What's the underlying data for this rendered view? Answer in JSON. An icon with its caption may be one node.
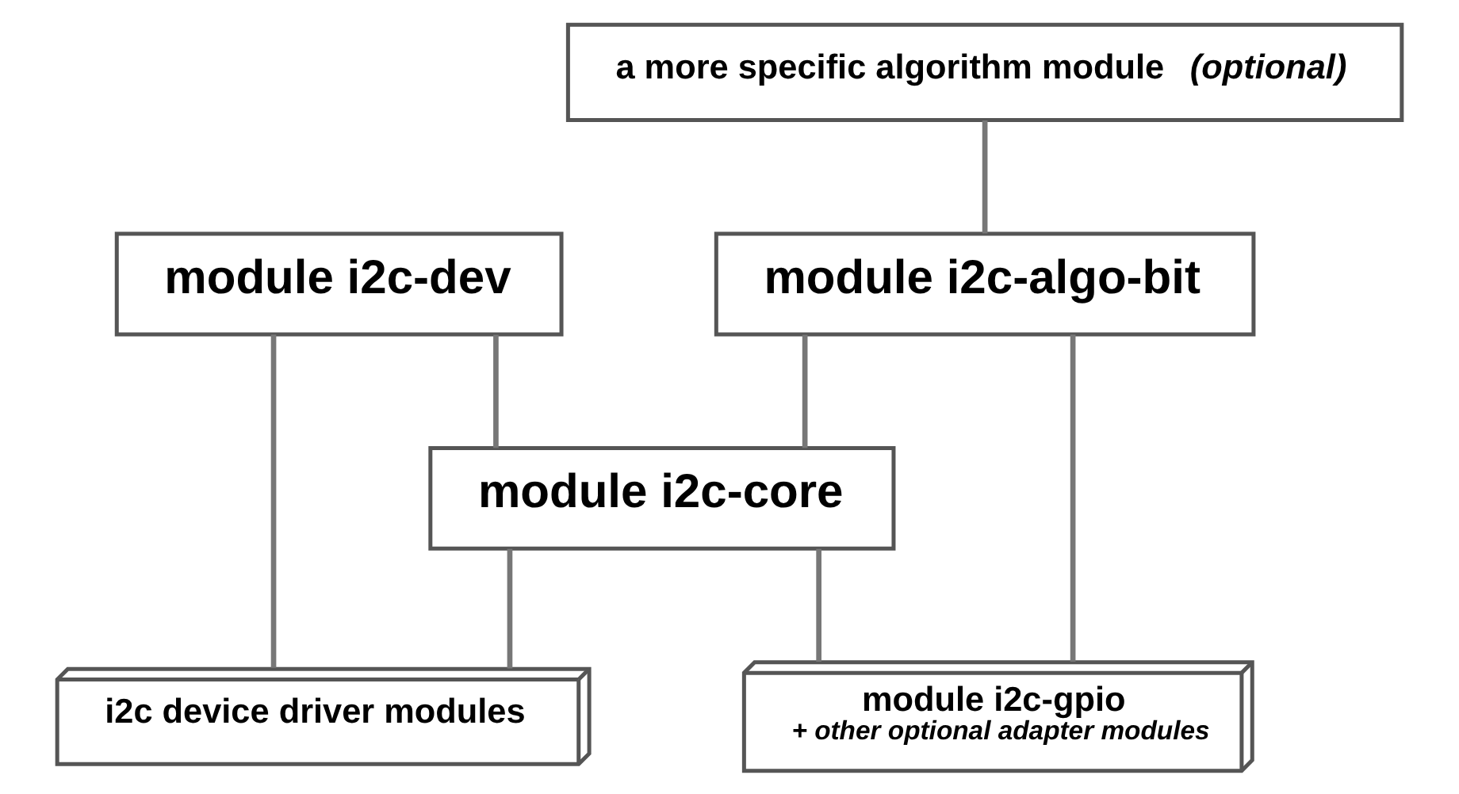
{
  "diagram": {
    "nodes": [
      {
        "text": [
          "a more specific algorithm module *(optional)*"
        ]
      },
      {
        "text": [
          "module i2c-dev"
        ]
      },
      {
        "text": [
          "module i2c-algo-bit"
        ]
      },
      {
        "text": [
          "module i2c-core"
        ]
      },
      {
        "text": [
          "i2c device driver modules"
        ]
      },
      {
        "text": [
          "module i2c-gpio",
          "*+ other optional adapter modules*"
        ]
      }
    ],
    "edges": [
      {
        "from": 0,
        "to": 2,
        "arrow": "none"
      },
      {
        "from": 1,
        "to": 4,
        "arrow": "none"
      },
      {
        "from": 1,
        "to": 3,
        "arrow": "none"
      },
      {
        "from": 2,
        "to": 3,
        "arrow": "none"
      },
      {
        "from": 2,
        "to": 5,
        "arrow": "none"
      },
      {
        "from": 3,
        "to": 4,
        "arrow": "none"
      },
      {
        "from": 3,
        "to": 5,
        "arrow": "none"
      }
    ]
  }
}
